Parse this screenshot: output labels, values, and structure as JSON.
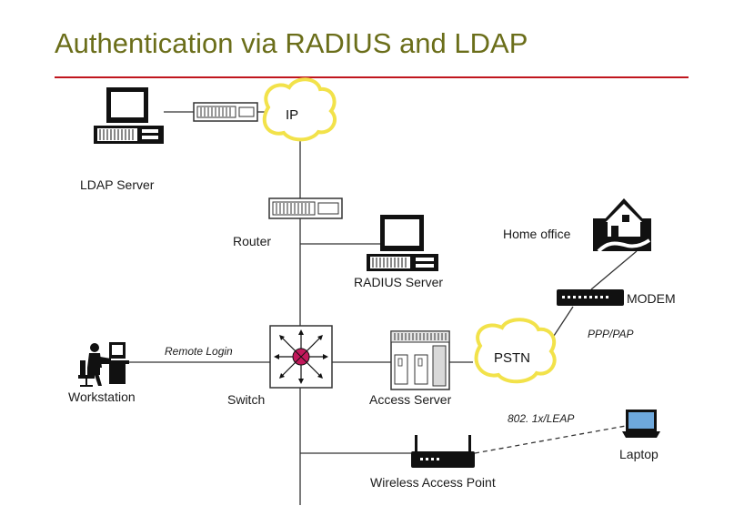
{
  "page": {
    "title": "Authentication via RADIUS and LDAP"
  },
  "diagram": {
    "clouds": {
      "ip": "IP",
      "pstn": "PSTN"
    },
    "nodes": {
      "ldap_server": "LDAP Server",
      "router": "Router",
      "radius_server": "RADIUS Server",
      "home_office": "Home office",
      "modem": "MODEM",
      "workstation": "Workstation",
      "switch": "Switch",
      "access_server": "Access Server",
      "laptop": "Laptop",
      "wireless_access_point": "Wireless Access Point"
    },
    "links": {
      "remote_login": "Remote Login",
      "ppp_pap": "PPP/PAP",
      "dot1x_leap": "802. 1x/LEAP"
    },
    "colors": {
      "title": "#6b6e1a",
      "rule": "#c0161e",
      "cloud_outline": "#f2e24a",
      "hub_center": "#c2185b",
      "laptop_screen": "#6ea8dc"
    }
  }
}
